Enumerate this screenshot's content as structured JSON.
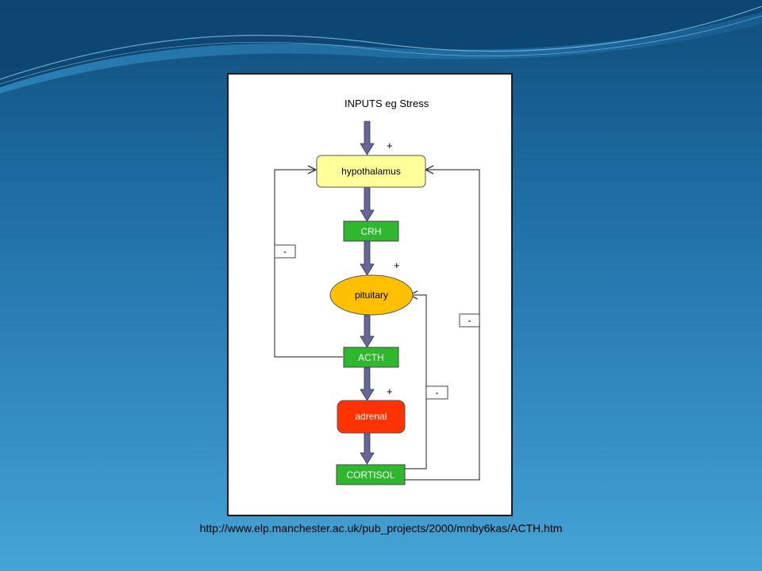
{
  "diagram": {
    "inputs_label": "INPUTS eg Stress",
    "nodes": {
      "hypothalamus": "hypothalamus",
      "crh": "CRH",
      "pituitary": "pituitary",
      "acth": "ACTH",
      "adrenal": "adrenal",
      "cortisol": "CORTISOL"
    },
    "signs": {
      "plus_inputs": "+",
      "plus_crh": "+",
      "plus_acth": "+",
      "minus_acth_loop": "-",
      "minus_cortisol_pituitary": "-",
      "minus_cortisol_hypothalamus": "-"
    },
    "colors": {
      "hypothalamus_fill": "#ffff99",
      "green_fill": "#2eb82e",
      "pituitary_fill": "#ffc000",
      "adrenal_fill": "#ff3300",
      "arrow_fill": "#66669a"
    }
  },
  "footer": {
    "source_url": "http://www.elp.manchester.ac.uk/pub_projects/2000/mnby6kas/ACTH.htm"
  }
}
